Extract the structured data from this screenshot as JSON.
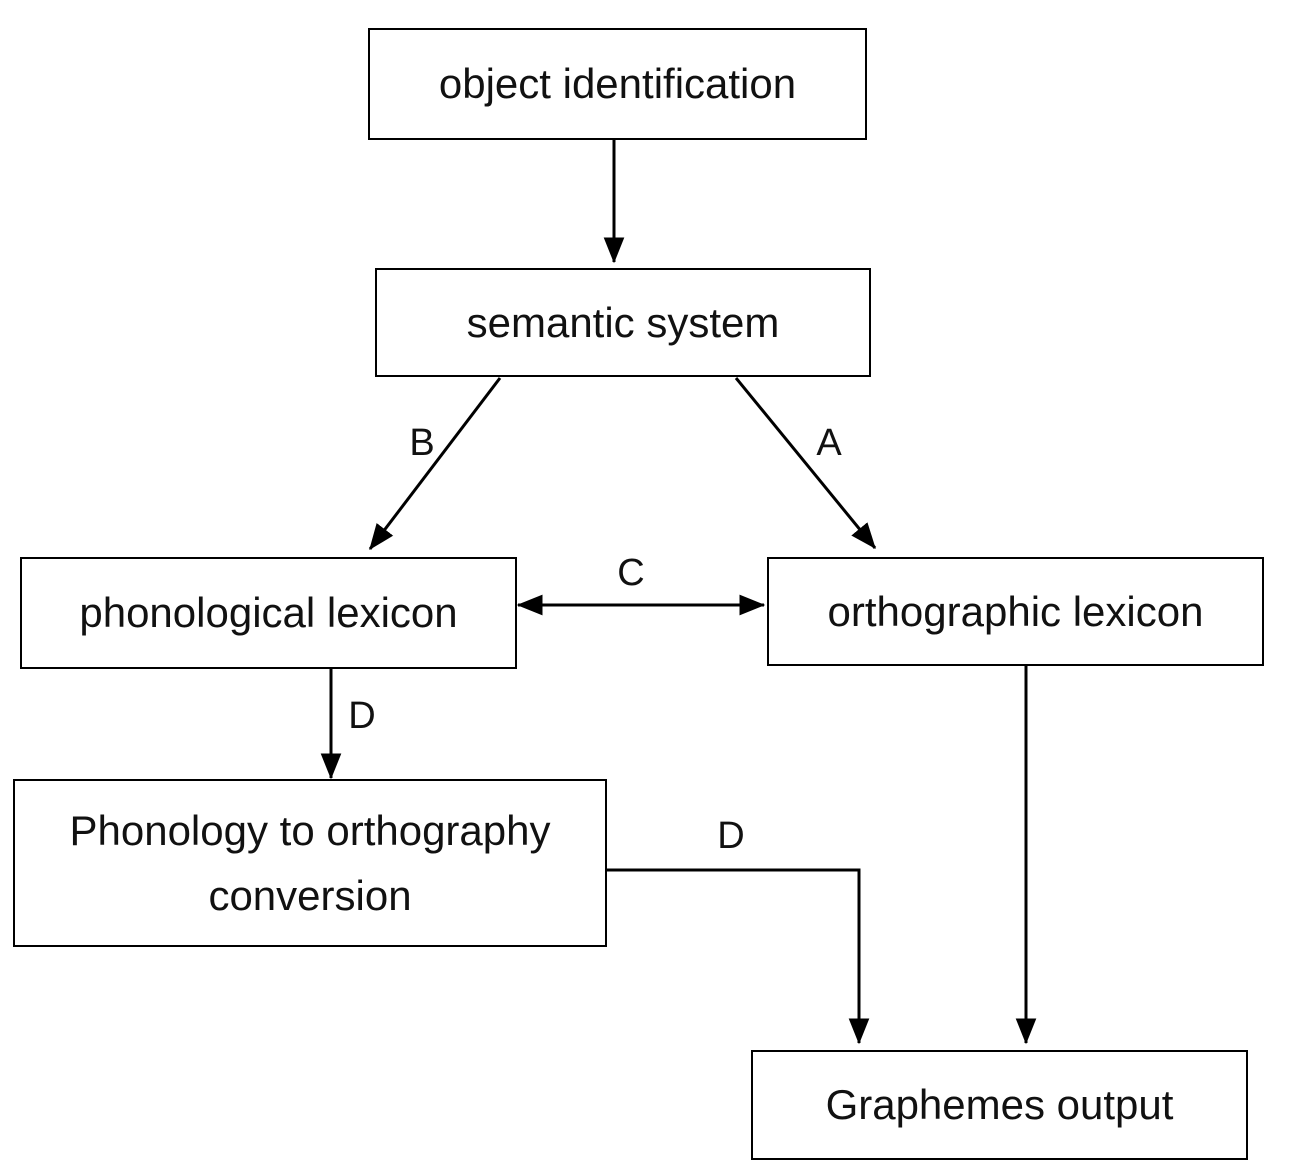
{
  "nodes": {
    "object_identification": "object identification",
    "semantic_system": "semantic system",
    "phonological_lexicon": "phonological lexicon",
    "orthographic_lexicon": "orthographic lexicon",
    "phonology_to_orthography": "Phonology to orthography conversion",
    "graphemes_output": "Graphemes output"
  },
  "edges": {
    "semantic_to_phonological": "B",
    "semantic_to_orthographic": "A",
    "phonological_orthographic_bidirectional": "C",
    "phonological_to_conversion": "D",
    "conversion_to_graphemes": "D"
  }
}
